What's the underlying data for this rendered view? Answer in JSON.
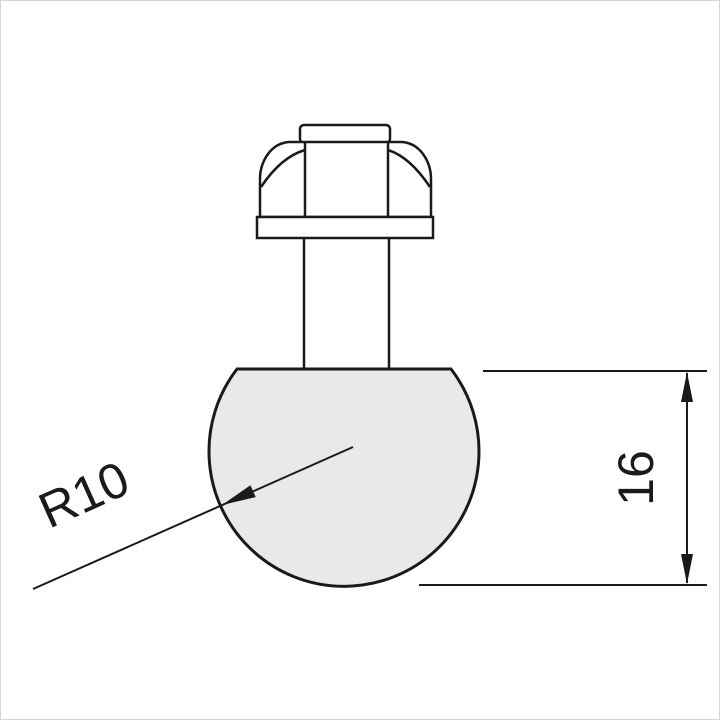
{
  "drawing": {
    "type": "technical-drawing",
    "part": "ball-end hex bolt",
    "radius_dimension": {
      "label": "R10",
      "value": 10
    },
    "height_dimension": {
      "label": "16",
      "value": 16
    },
    "colors": {
      "line": "#1a1a1a",
      "ball_fill": "#e9e9e9",
      "part_fill": "#ffffff",
      "background": "#ffffff",
      "frame": "#d6d6d6"
    }
  }
}
